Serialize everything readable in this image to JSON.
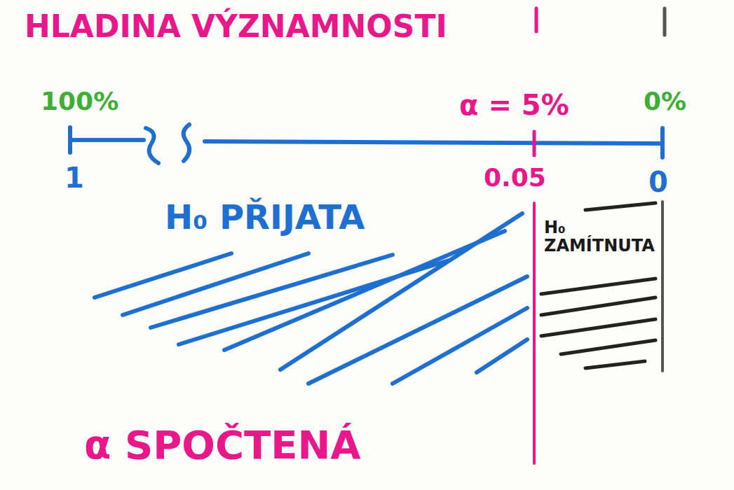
{
  "diagram": {
    "title": "HLADINA VÝZNAMNOSTI",
    "caption": "α SPOČTENÁ",
    "labels": [
      "100%",
      "α = 5%",
      "0%",
      "1",
      "0.05",
      "0",
      "H₀ PŘIJATA",
      "H₀ ZAMÍTNUTA"
    ]
  }
}
